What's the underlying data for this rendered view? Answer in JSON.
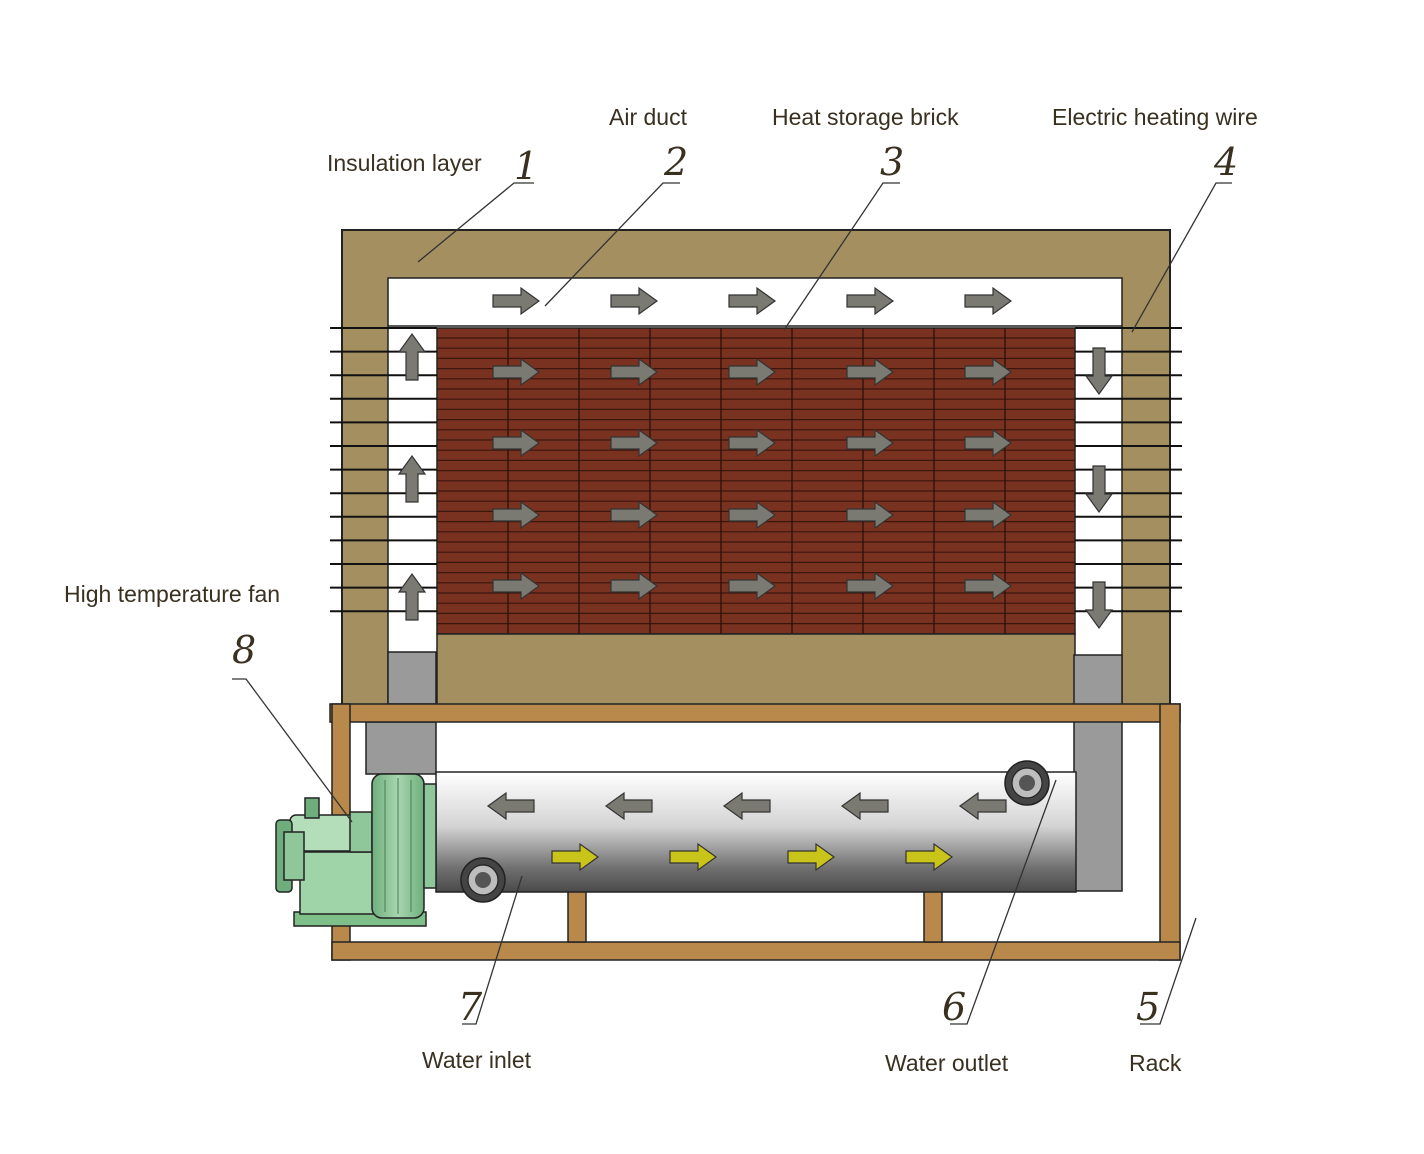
{
  "colors": {
    "insulation": "#a38f5f",
    "brick": "#7a3220",
    "rack": "#b8894a",
    "fan": "#8fc79a",
    "arrow_air": "#7a7a72",
    "arrow_water": "#c8c41a",
    "duct": "#9a9a9a"
  },
  "labels": {
    "insulation_layer": "Insulation layer",
    "air_duct": "Air duct",
    "heat_storage_brick": "Heat storage brick",
    "electric_heating_wire": "Electric heating wire",
    "rack": "Rack",
    "water_outlet": "Water outlet",
    "water_inlet": "Water inlet",
    "high_temperature_fan": "High temperature fan"
  },
  "numbers": {
    "n1": "1",
    "n2": "2",
    "n3": "3",
    "n4": "4",
    "n5": "5",
    "n6": "6",
    "n7": "7",
    "n8": "8"
  }
}
